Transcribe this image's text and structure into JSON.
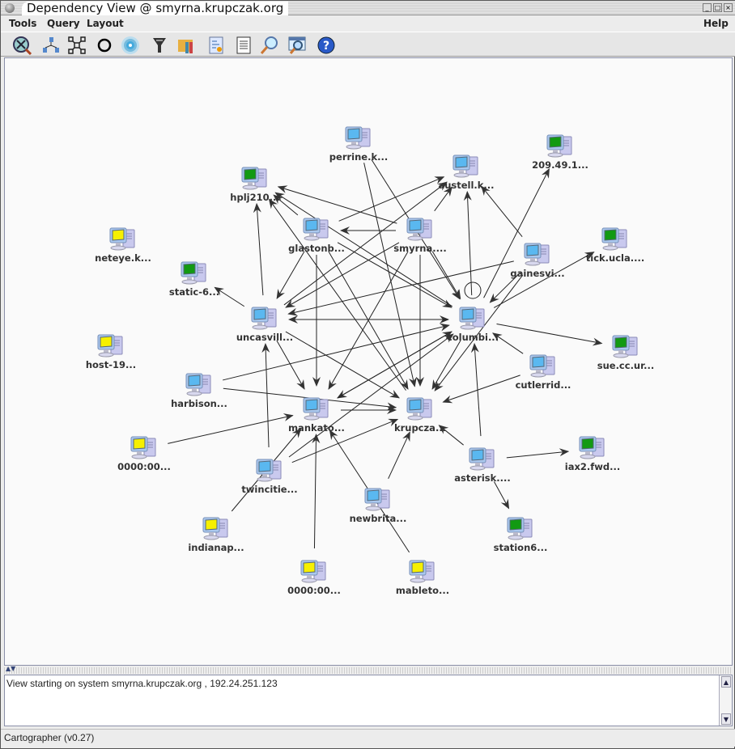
{
  "window": {
    "title": "Dependency View @ smyrna.krupczak.org"
  },
  "menu": {
    "tools": "Tools",
    "query": "Query",
    "layout": "Layout",
    "help": "Help"
  },
  "toolbar": [
    "zoom-fit-icon",
    "hierarchy-layout-icon",
    "grid-layout-icon",
    "circle-layout-icon",
    "radial-layout-icon",
    "filter-icon",
    "folder-books-icon",
    "report-icon",
    "document-icon",
    "magnifier-icon",
    "find-window-icon",
    "help-icon"
  ],
  "nodes": [
    {
      "label": "perrine.k...",
      "status": "blue"
    },
    {
      "label": "austell.k...",
      "status": "blue"
    },
    {
      "label": "209.49.1...",
      "status": "green"
    },
    {
      "label": "hplj210...",
      "status": "green"
    },
    {
      "label": "glastonb...",
      "status": "blue"
    },
    {
      "label": "smyrna....",
      "status": "blue"
    },
    {
      "label": "neteye.k...",
      "status": "yellow"
    },
    {
      "label": "static-6...",
      "status": "green"
    },
    {
      "label": "gainesvi...",
      "status": "blue"
    },
    {
      "label": "tick.ucla....",
      "status": "green"
    },
    {
      "label": "uncasvill...",
      "status": "blue"
    },
    {
      "label": "columbi...",
      "status": "blue"
    },
    {
      "label": "host-19...",
      "status": "yellow"
    },
    {
      "label": "sue.cc.ur...",
      "status": "green"
    },
    {
      "label": "harbison...",
      "status": "blue"
    },
    {
      "label": "cutlerrid...",
      "status": "blue"
    },
    {
      "label": "mankato...",
      "status": "blue"
    },
    {
      "label": "krupcza...",
      "status": "blue"
    },
    {
      "label": "0000:00...",
      "status": "yellow"
    },
    {
      "label": "asterisk....",
      "status": "blue"
    },
    {
      "label": "iax2.fwd...",
      "status": "green"
    },
    {
      "label": "twincitie...",
      "status": "blue"
    },
    {
      "label": "station6...",
      "status": "green"
    },
    {
      "label": "indianap...",
      "status": "yellow"
    },
    {
      "label": "newbrita...",
      "status": "blue"
    },
    {
      "label": "0000:00...",
      "status": "yellow"
    },
    {
      "label": "mableto...",
      "status": "yellow"
    }
  ],
  "edges": [
    [
      0,
      17
    ],
    [
      0,
      11
    ],
    [
      5,
      3
    ],
    [
      5,
      4
    ],
    [
      5,
      1
    ],
    [
      5,
      10
    ],
    [
      5,
      16
    ],
    [
      5,
      17
    ],
    [
      5,
      11
    ],
    [
      4,
      1
    ],
    [
      4,
      3
    ],
    [
      4,
      10
    ],
    [
      4,
      16
    ],
    [
      4,
      17
    ],
    [
      4,
      11
    ],
    [
      10,
      3
    ],
    [
      10,
      11
    ],
    [
      11,
      10
    ],
    [
      10,
      16
    ],
    [
      10,
      17
    ],
    [
      10,
      7
    ],
    [
      10,
      1
    ],
    [
      11,
      1
    ],
    [
      11,
      2
    ],
    [
      11,
      9
    ],
    [
      11,
      13
    ],
    [
      11,
      11
    ],
    [
      11,
      16
    ],
    [
      11,
      17
    ],
    [
      11,
      3
    ],
    [
      8,
      1
    ],
    [
      8,
      11
    ],
    [
      8,
      10
    ],
    [
      8,
      17
    ],
    [
      15,
      17
    ],
    [
      15,
      11
    ],
    [
      14,
      17
    ],
    [
      14,
      11
    ],
    [
      18,
      16
    ],
    [
      21,
      10
    ],
    [
      21,
      17
    ],
    [
      21,
      11
    ],
    [
      23,
      16
    ],
    [
      24,
      17
    ],
    [
      25,
      16
    ],
    [
      26,
      16
    ],
    [
      19,
      20
    ],
    [
      19,
      22
    ],
    [
      19,
      11
    ],
    [
      19,
      17
    ],
    [
      16,
      17
    ],
    [
      16,
      11
    ],
    [
      17,
      3
    ]
  ],
  "status_colors": {
    "blue": "#5ab8f0",
    "green": "#129a12",
    "yellow": "#f6f000"
  },
  "log": {
    "message": "View starting on system smyrna.krupczak.org , 192.24.251.123"
  },
  "statusbar": {
    "text": "Cartographer (v0.27)"
  }
}
